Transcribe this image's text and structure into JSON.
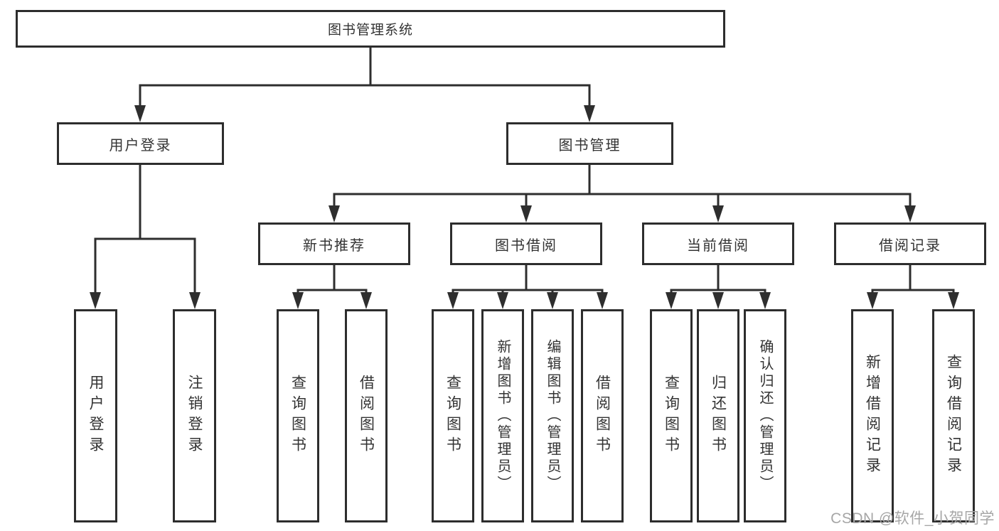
{
  "diagram": {
    "root": {
      "label": "图书管理系统"
    },
    "level2": {
      "user_login": {
        "label": "用户登录"
      },
      "book_mgmt": {
        "label": "图书管理"
      }
    },
    "level3": {
      "new_book_rec": {
        "label": "新书推荐"
      },
      "book_borrow": {
        "label": "图书借阅"
      },
      "current_borrow": {
        "label": "当前借阅"
      },
      "borrow_record": {
        "label": "借阅记录"
      }
    },
    "leaves": {
      "user_login_action": {
        "label": "用户登录"
      },
      "user_logout": {
        "label": "注销登录"
      },
      "rec_query_books": {
        "label": "查询图书"
      },
      "rec_borrow_books": {
        "label": "借阅图书"
      },
      "bb_query_books": {
        "label": "查询图书"
      },
      "bb_add_books": {
        "label": "新增图书（管理员）"
      },
      "bb_edit_books": {
        "label": "编辑图书（管理员）"
      },
      "bb_borrow_books": {
        "label": "借阅图书"
      },
      "cb_query_books": {
        "label": "查询图书"
      },
      "cb_return_books": {
        "label": "归还图书"
      },
      "cb_confirm_return": {
        "label": "确认归还（管理员）"
      },
      "br_add_record": {
        "label": "新增借阅记录"
      },
      "br_query_record": {
        "label": "查询借阅记录"
      }
    },
    "watermark": "CSDN @软件_小贺同学",
    "colors": {
      "line": "#2e2e2e",
      "text": "#333333",
      "watermark": "#a6a6a6",
      "background": "#ffffff"
    }
  }
}
